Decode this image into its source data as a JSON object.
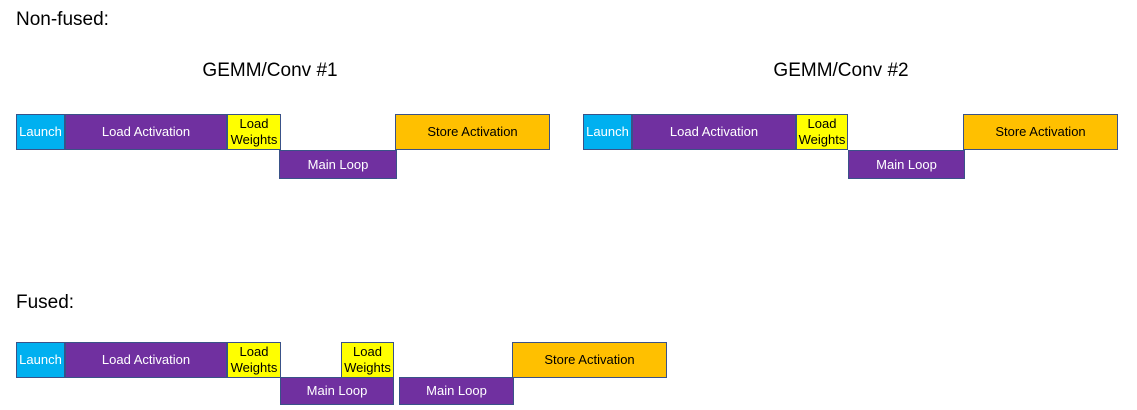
{
  "colors": {
    "background": "#FFFFFF",
    "heading": "#000000",
    "border": "#3A5288",
    "launch": "#00B0F0",
    "loop": "#7030A0",
    "weights": "#FFFF00",
    "store": "#FFC000",
    "text_on_dark": "#FFFFFF",
    "text_on_light": "#000000"
  },
  "headings": {
    "nonfused": "Non-fused:",
    "fused": "Fused:",
    "gemm1": "GEMM/Conv #1",
    "gemm2": "GEMM/Conv #2"
  },
  "block_labels": {
    "launch": "Launch",
    "load_activation": "Load Activation",
    "load_weights": "Load Weights",
    "main_loop": "Main Loop",
    "store_activation": "Store Activation"
  }
}
